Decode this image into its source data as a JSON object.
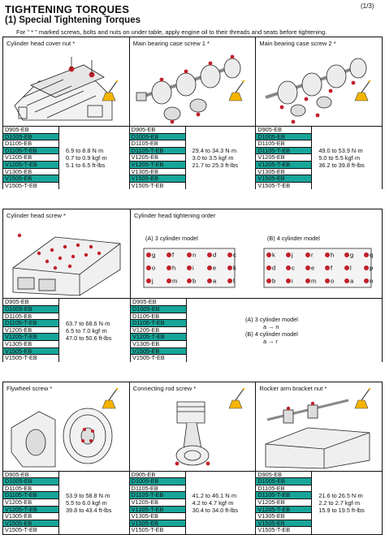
{
  "page": "(1/3)",
  "title": "TIGHTENING  TORQUES",
  "subtitle": "(1) Special Tightening Torques",
  "note": "For \" * \" marked screws, bolts and nuts on under table, apply engine oil to their threads and seats before tightening.",
  "models": [
    "D905-EB",
    "D1005-EB",
    "D1105-EB",
    "D1105-T-EB",
    "V1205-EB",
    "V1205-T-EB",
    "V1305-EB",
    "V1505-EB",
    "V1505-T-EB"
  ],
  "row1": {
    "cylinder_head_cover_nut": {
      "label": "Cylinder head cover nut *",
      "model_highlight": [
        false,
        true,
        false,
        true,
        false,
        true,
        false,
        true,
        false
      ],
      "torque": [
        "6.9 to 8.8 N·m",
        "0.7 to 0.9 kgf·m",
        "5.1 to 6.5 ft-lbs"
      ]
    },
    "main_bearing_case_screw_1": {
      "label": "Main bearing case screw 1 *",
      "model_highlight": [
        false,
        true,
        false,
        true,
        false,
        true,
        false,
        true,
        false
      ],
      "torque": [
        "29.4 to 34.3 N·m",
        "3.0 to 3.5 kgf·m",
        "21.7 to 25.3 ft-lbs"
      ]
    },
    "main_bearing_case_screw_2": {
      "label": "Main bearing case screw 2 *",
      "model_highlight": [
        false,
        true,
        false,
        true,
        false,
        true,
        false,
        true,
        false
      ],
      "torque": [
        "49.0 to 53.9 N·m",
        "5.0 to 5.5 kgf·m",
        "36.2 to 39.8 ft-lbs"
      ]
    }
  },
  "row2": {
    "cylinder_head_screw": {
      "label": "Cylinder head screw *",
      "model_highlight": [
        false,
        true,
        false,
        true,
        false,
        true,
        false,
        true,
        false
      ],
      "torque": [
        "63.7 to 68.6 N·m",
        "6.5 to 7.0 kgf·m",
        "47.0 to 50.6 ft-lbs"
      ]
    },
    "tightening_order": {
      "label": "Cylinder head tightening order",
      "a_label": "(A) 3 cylinder model",
      "b_label": "(B) 4 cylinder model",
      "a_letters": [
        "g",
        "f",
        "n",
        "d",
        "c",
        "o",
        "h",
        "i",
        "e",
        "k",
        "j",
        "m",
        "b",
        "a",
        "l"
      ],
      "b_letters": [
        "k",
        "j",
        "r",
        "h",
        "g",
        "q",
        "d",
        "c",
        "e",
        "f",
        "l",
        "p",
        "b",
        "i",
        "m",
        "o",
        "a",
        "n"
      ],
      "legend_a": "(A) 3 cylinder model",
      "legend_a_order": "a → n",
      "legend_b": "(B) 4 cylinder model",
      "legend_b_order": "a → r",
      "model_highlight": [
        false,
        true,
        false,
        true,
        false,
        true,
        false,
        true,
        false
      ]
    }
  },
  "row3": {
    "flywheel_screw": {
      "label": "Flywheel screw *",
      "model_highlight": [
        false,
        true,
        false,
        true,
        false,
        true,
        false,
        true,
        false
      ],
      "torque": [
        "53.9 to 58.8 N·m",
        "5.5 to 6.0 kgf·m",
        "39.8 to 43.4 ft-lbs"
      ]
    },
    "connecting_rod_screw": {
      "label": "Connecting rod screw *",
      "model_highlight": [
        false,
        true,
        false,
        true,
        false,
        true,
        false,
        true,
        false
      ],
      "torque": [
        "41.2 to 46.1 N·m",
        "4.2 to 4.7 kgf·m",
        "30.4 to 34.0 ft-lbs"
      ]
    },
    "rocker_arm_bracket_nut": {
      "label": "Rocker arm bracket nut *",
      "model_highlight": [
        false,
        true,
        false,
        true,
        false,
        true,
        false,
        true,
        false
      ],
      "torque": [
        "21.6 to 26.5 N·m",
        "2.2 to 2.7 kgf·m",
        "15.9 to 19.5 ft-lbs"
      ]
    }
  }
}
